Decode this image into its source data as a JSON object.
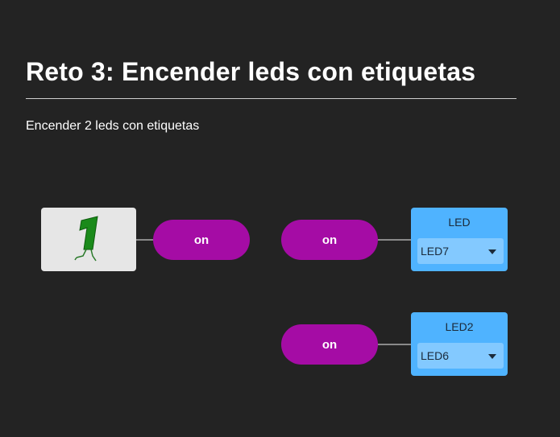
{
  "header": {
    "title": "Reto 3: Encender leds con etiquetas",
    "subtitle": "Encender 2 leds con etiquetas"
  },
  "blocks": {
    "start": {
      "icon": "number-one-character-icon",
      "label": "1"
    },
    "on_labels": [
      "on",
      "on",
      "on"
    ],
    "leds": [
      {
        "title": "LED",
        "selected": "LED7"
      },
      {
        "title": "LED2",
        "selected": "LED6"
      }
    ]
  },
  "colors": {
    "background": "#232323",
    "label_block": "#a50ca5",
    "led_block": "#4fb3ff",
    "led_select": "#83c9ff",
    "start_block": "#e6e6e6",
    "start_icon": "#1a8a1a"
  }
}
